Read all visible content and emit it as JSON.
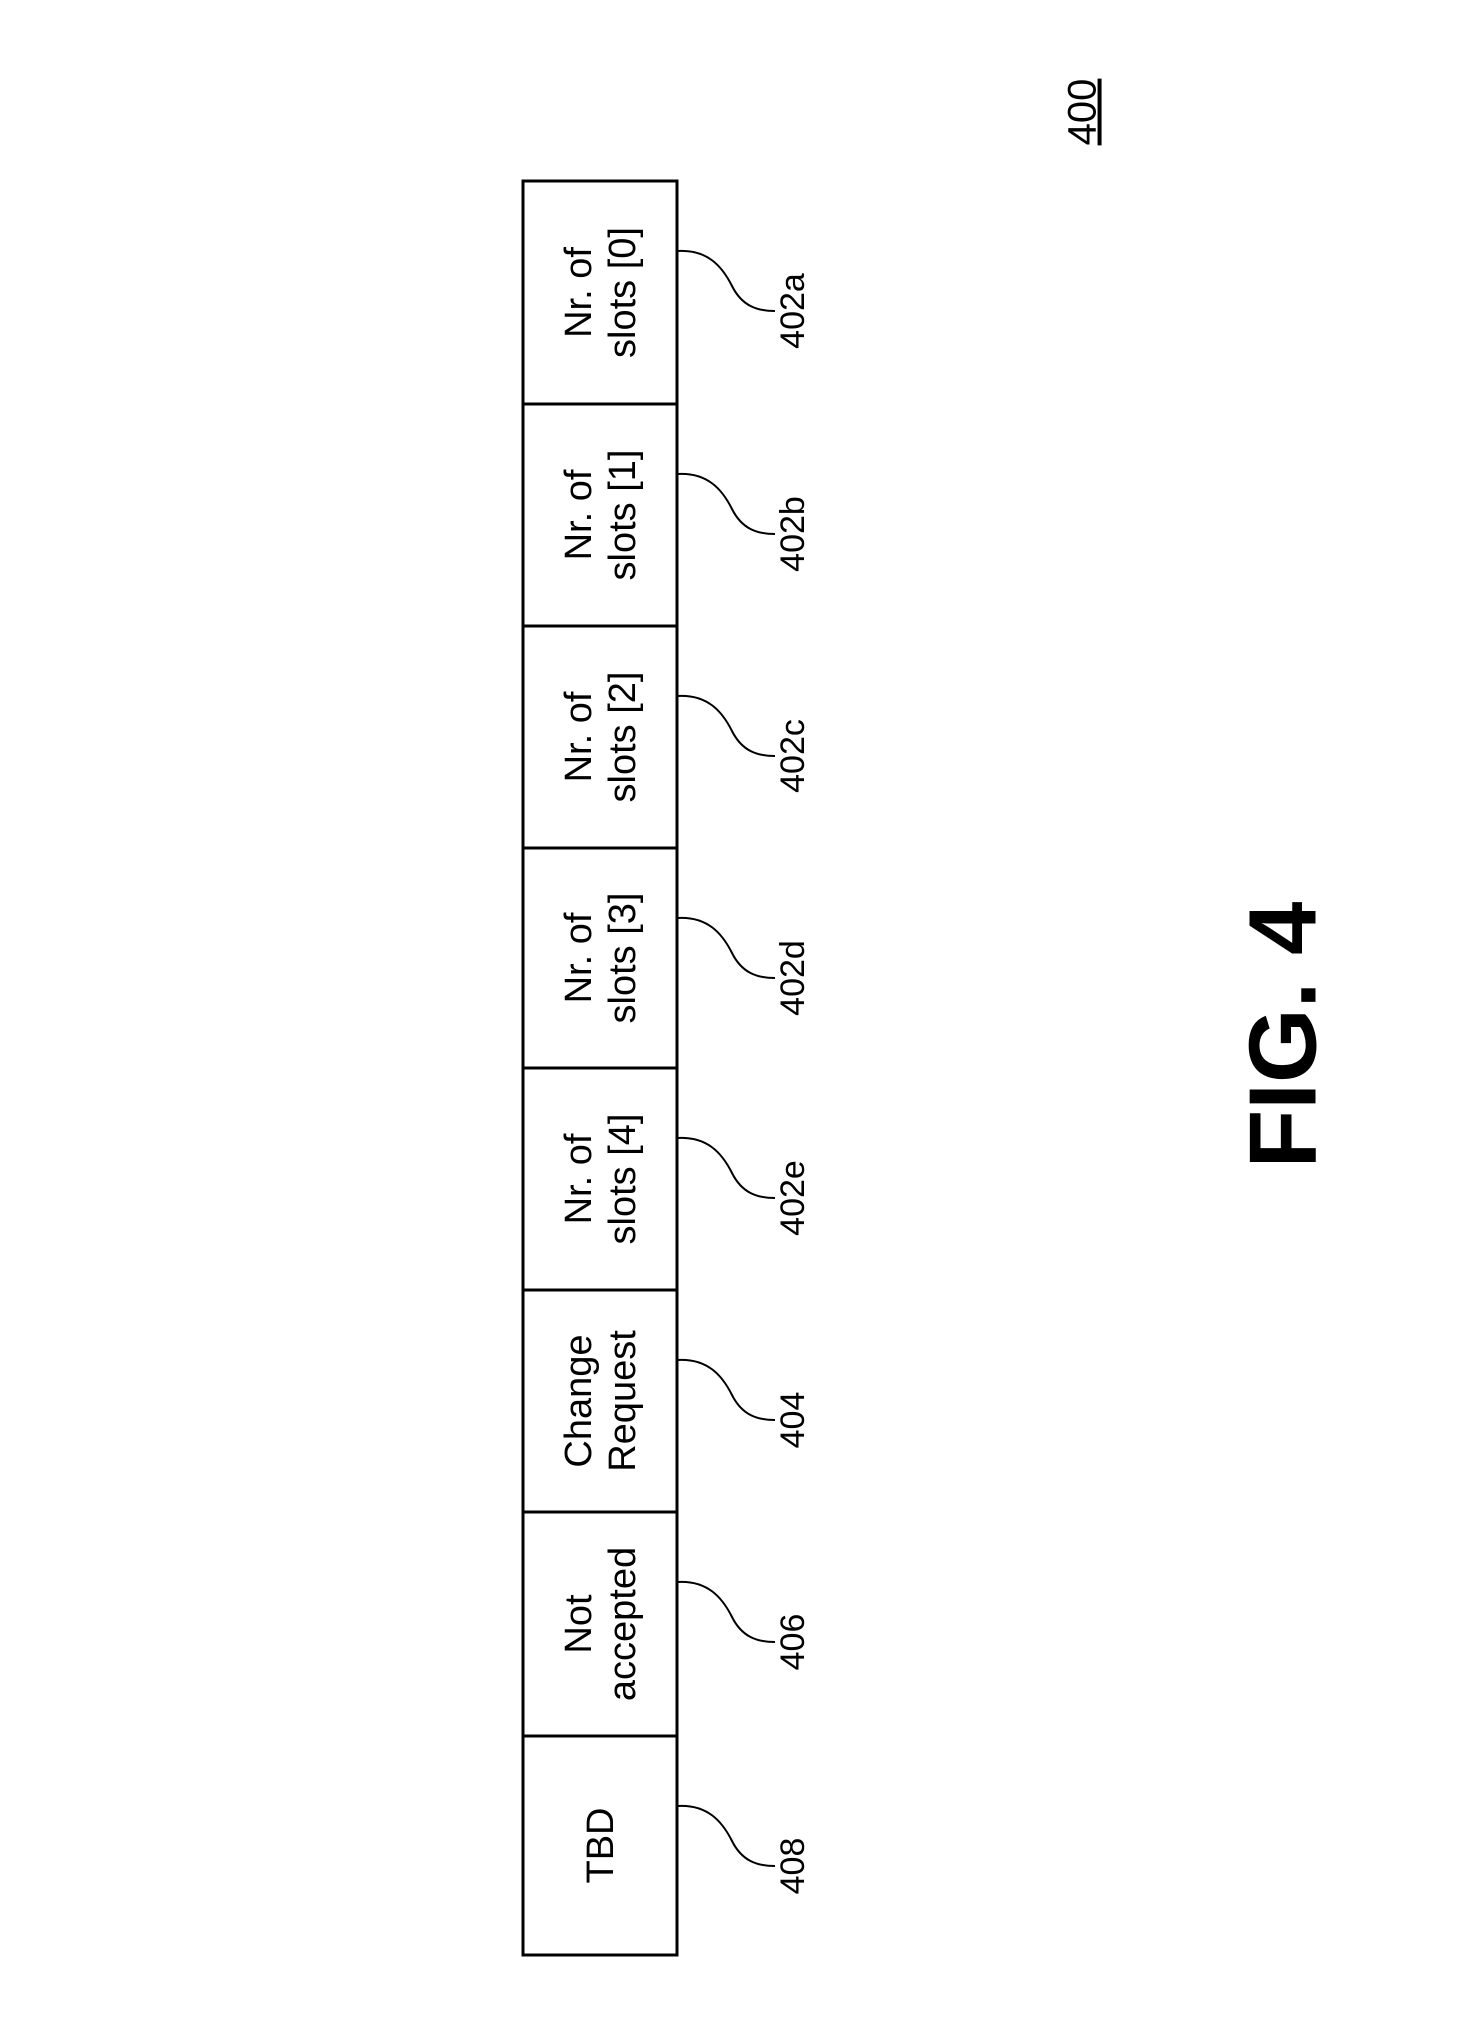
{
  "diagram_number": "400",
  "figure_label": "FIG. 4",
  "fields": [
    {
      "lines": [
        "Nr. of",
        "slots [0]"
      ],
      "ref": "402a"
    },
    {
      "lines": [
        "Nr. of",
        "slots [1]"
      ],
      "ref": "402b"
    },
    {
      "lines": [
        "Nr. of",
        "slots [2]"
      ],
      "ref": "402c"
    },
    {
      "lines": [
        "Nr. of",
        "slots [3]"
      ],
      "ref": "402d"
    },
    {
      "lines": [
        "Nr. of",
        "slots [4]"
      ],
      "ref": "402e"
    },
    {
      "lines": [
        "Change",
        "Request"
      ],
      "ref": "404"
    },
    {
      "lines": [
        "Not",
        "accepted"
      ],
      "ref": "406"
    },
    {
      "lines": [
        "TBD"
      ],
      "ref": "408"
    }
  ]
}
